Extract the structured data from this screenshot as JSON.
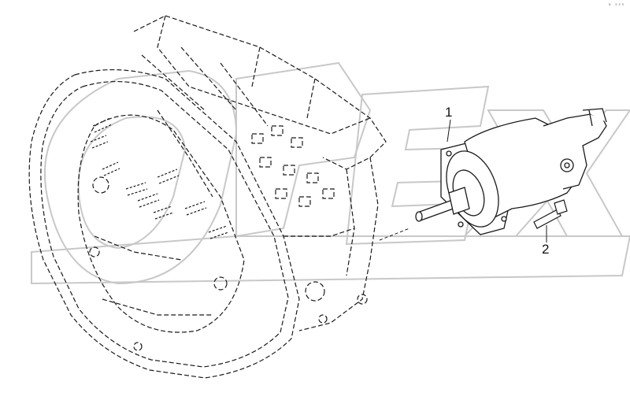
{
  "diagram": {
    "callouts": [
      {
        "id": "1",
        "label": "1"
      },
      {
        "id": "2",
        "label": "2"
      }
    ],
    "watermark_text": "OPEX",
    "corner_mark": "ᵃ ˢˢˢ",
    "colors": {
      "line": "#1a1a1a",
      "watermark": "#c8c8c8",
      "background": "#ffffff"
    }
  }
}
